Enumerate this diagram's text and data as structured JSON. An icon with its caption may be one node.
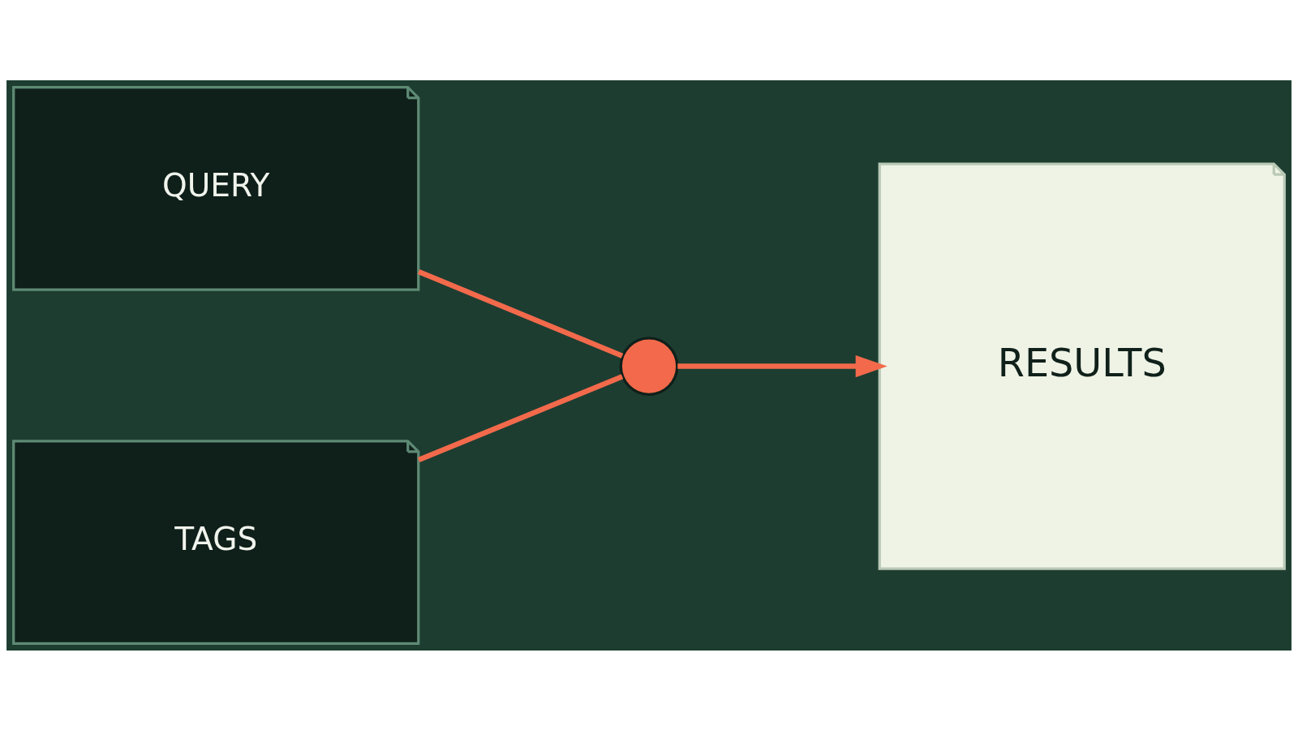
{
  "diagram": {
    "nodes": [
      {
        "text": [
          "QUERY"
        ]
      },
      {
        "text": [
          "TAGS"
        ]
      },
      {
        "text": [],
        "shape": "circle"
      },
      {
        "text": [
          "RESULTS"
        ]
      }
    ],
    "edges": [
      {
        "from": 0,
        "to": 2,
        "arrow": "none"
      },
      {
        "from": 1,
        "to": 2,
        "arrow": "none"
      },
      {
        "from": 2,
        "to": 3,
        "arrow": "to"
      }
    ]
  }
}
